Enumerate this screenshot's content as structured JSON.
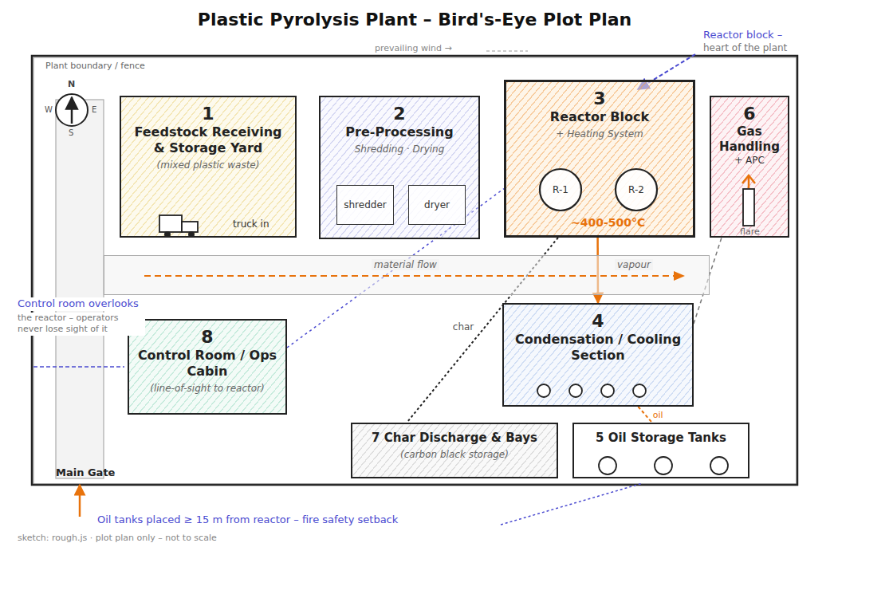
{
  "diagram": {
    "title": "Plastic Pyrolysis Plant – Bird's-Eye Plot Plan",
    "nodes": [
      {
        "text": [
          "1",
          "Feedstock Receiving & Storage Yard",
          "(mixed plastic waste)",
          "truck in"
        ]
      },
      {
        "text": [
          "2",
          "Pre-Processing",
          "Shredding · Drying"
        ]
      },
      {
        "text": [
          "shredder"
        ],
        "in": 1
      },
      {
        "text": [
          "dryer"
        ],
        "in": 1
      },
      {
        "text": [
          "3",
          "Reactor Block",
          "+ Heating System",
          "~400-500°C"
        ]
      },
      {
        "text": [
          "R-1"
        ],
        "in": 4
      },
      {
        "text": [
          "R-2"
        ],
        "in": 4
      },
      {
        "text": [
          "6",
          "Gas Handling",
          "+ APC",
          "flare"
        ]
      },
      {
        "text": [
          "material flow",
          "vapour"
        ]
      },
      {
        "text": [
          "4",
          "Condensation / Cooling Section"
        ]
      },
      {
        "text": [
          "8",
          "Control Room / Ops Cabin",
          "(line-of-sight to reactor)"
        ]
      },
      {
        "text": [
          "7 Char Discharge & Bays",
          "(carbon black storage)"
        ]
      },
      {
        "text": [
          "5 Oil Storage Tanks"
        ]
      }
    ],
    "edges": [
      {
        "from": 4,
        "to": 9,
        "arrow": "to"
      },
      {
        "from": 4,
        "to": 11,
        "label": "char",
        "arrow": "none"
      },
      {
        "from": 9,
        "to": 12,
        "label": "oil",
        "arrow": "none"
      },
      {
        "from": 9,
        "to": 7,
        "arrow": "none"
      },
      {
        "from": 10,
        "to": 4,
        "arrow": "none"
      }
    ],
    "labels": [
      "Plant boundary / fence",
      "prevailing wind →",
      "N",
      "W",
      "E",
      "S",
      "Reactor block –",
      "heart of the plant",
      "Control room overlooks",
      "the reactor – operators never lose sight of it",
      "Main Gate",
      "Oil tanks placed ≥ 15 m from reactor – fire safety setback",
      "sketch: rough.js · plot plan only – not to scale"
    ]
  }
}
